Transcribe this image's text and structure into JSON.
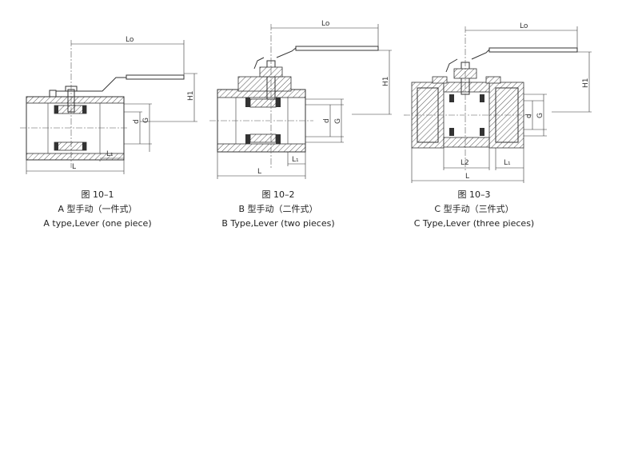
{
  "figures": [
    {
      "number": "图 10–1",
      "title_cn": "A 型手动（一件式）",
      "title_en": "A type,Lever  (one piece)",
      "labels": {
        "lo": "Lo",
        "h1": "H1",
        "d": "d",
        "g": "G",
        "l1": "L₁",
        "l": "L"
      }
    },
    {
      "number": "图 10–2",
      "title_cn": "B 型手动（二件式）",
      "title_en": "B Type,Lever   (two pieces)",
      "labels": {
        "lo": "Lo",
        "h1": "H1",
        "d": "d",
        "g": "G",
        "l1": "L₁",
        "l": "L"
      }
    },
    {
      "number": "图 10–3",
      "title_cn": "C 型手动（三件式）",
      "title_en": "C Type,Lever   (three pieces)",
      "labels": {
        "lo": "Lo",
        "h1": "H1",
        "d": "d",
        "g": "G",
        "l1": "L₁",
        "l2": "L2",
        "l": "L"
      }
    }
  ]
}
